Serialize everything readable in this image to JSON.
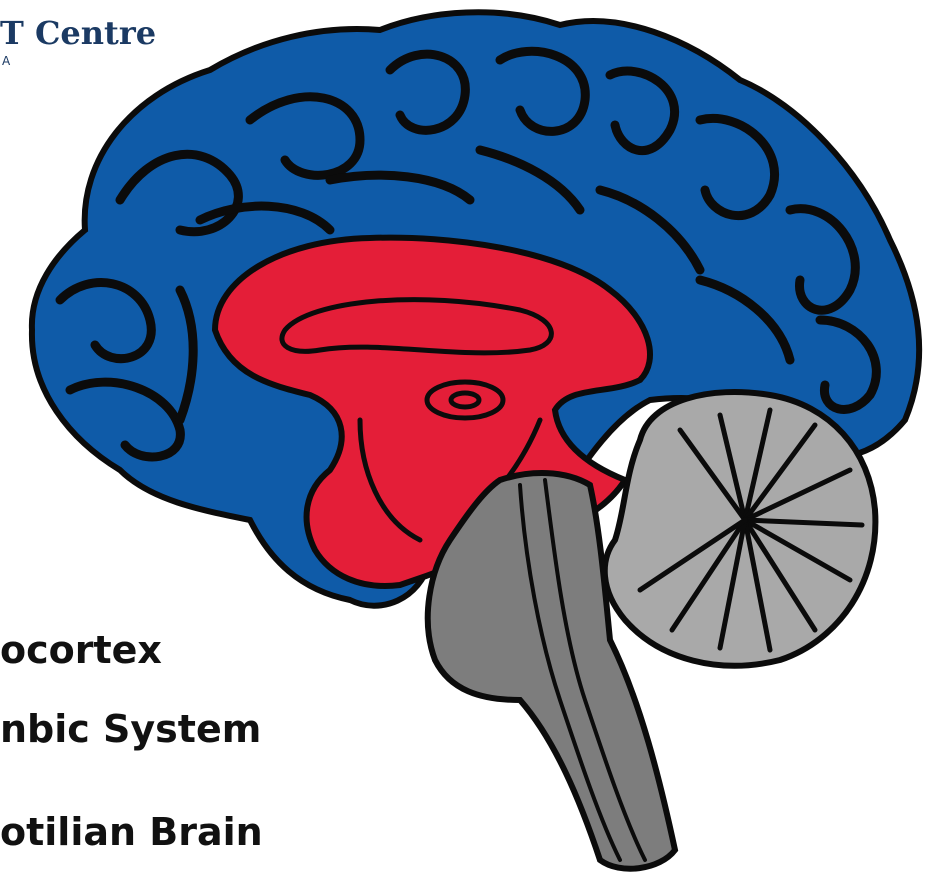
{
  "logo": {
    "name": "T Centre",
    "sub": "A"
  },
  "legend": {
    "neocortex": "ocortex",
    "limbic": "nbic System",
    "reptilian": "otilian Brain"
  },
  "colors": {
    "neocortex": "#0f5ba8",
    "limbic": "#e41e38",
    "reptilian": "#7d7d7d",
    "cerebellum": "#a9a9a9",
    "outline": "#0b0b0b",
    "brand": "#1b3a63"
  },
  "icons": [
    "brain-illustration"
  ]
}
